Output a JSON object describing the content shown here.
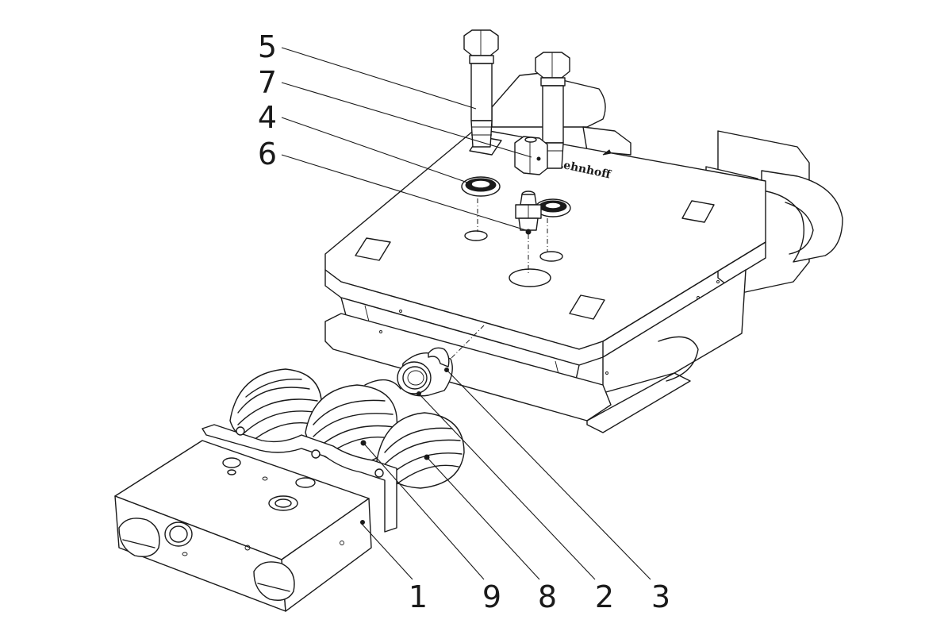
{
  "diagram": {
    "brand_text": "Lehnhoff",
    "callouts": [
      {
        "id": "c5",
        "label": "5"
      },
      {
        "id": "c7",
        "label": "7"
      },
      {
        "id": "c4",
        "label": "4"
      },
      {
        "id": "c6",
        "label": "6"
      },
      {
        "id": "c1",
        "label": "1"
      },
      {
        "id": "c9",
        "label": "9"
      },
      {
        "id": "c8",
        "label": "8"
      },
      {
        "id": "c2",
        "label": "2"
      },
      {
        "id": "c3",
        "label": "3"
      }
    ]
  },
  "colors": {
    "line": "#1a1a1a",
    "background": "#ffffff"
  }
}
